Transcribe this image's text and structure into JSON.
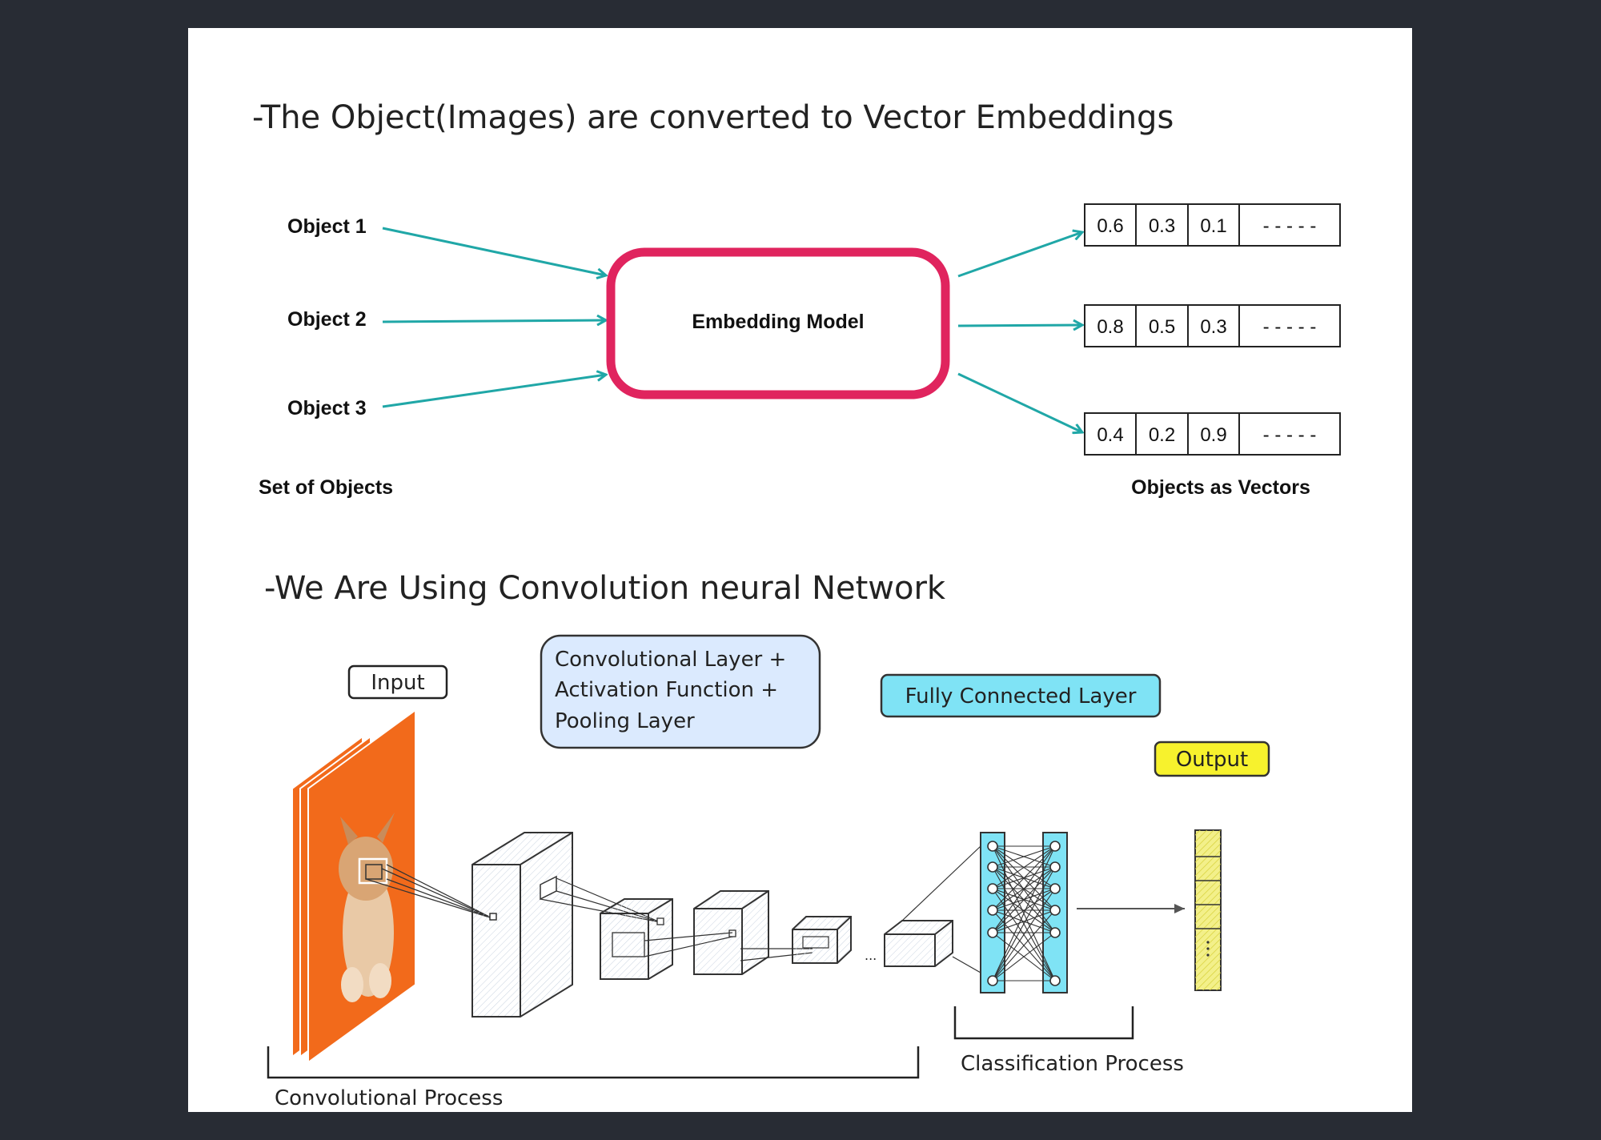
{
  "headings": {
    "top": "-The Object(Images) are converted to Vector Embeddings",
    "bottom": "-We Are Using Convolution neural Network"
  },
  "objects": [
    "Object 1",
    "Object 2",
    "Object 3"
  ],
  "set_label": "Set of Objects",
  "model_label": "Embedding Model",
  "vectors": [
    [
      "0.6",
      "0.3",
      "0.1",
      "- - - - -"
    ],
    [
      "0.8",
      "0.5",
      "0.3",
      "- - - - -"
    ],
    [
      "0.4",
      "0.2",
      "0.9",
      "- - - - -"
    ]
  ],
  "vectors_label": "Objects as Vectors",
  "cnn": {
    "input_label": "Input",
    "conv_box_lines": [
      "Convolutional Layer +",
      "Activation Function +",
      "Pooling Layer"
    ],
    "fc_label": "Fully Connected Layer",
    "output_label": "Output",
    "conv_process": "Convolutional Process",
    "class_process": "Classification Process",
    "ellipsis": "..."
  },
  "colors": {
    "background": "#282c34",
    "arrow": "#20a7a7",
    "model_border": "#e0245e",
    "input_orange": "#f26a1b",
    "conv_box_fill": "#dbeafe",
    "fc_fill": "#7fe3f5",
    "output_fill": "#f7f22d",
    "output_column": "#f3f08a"
  }
}
